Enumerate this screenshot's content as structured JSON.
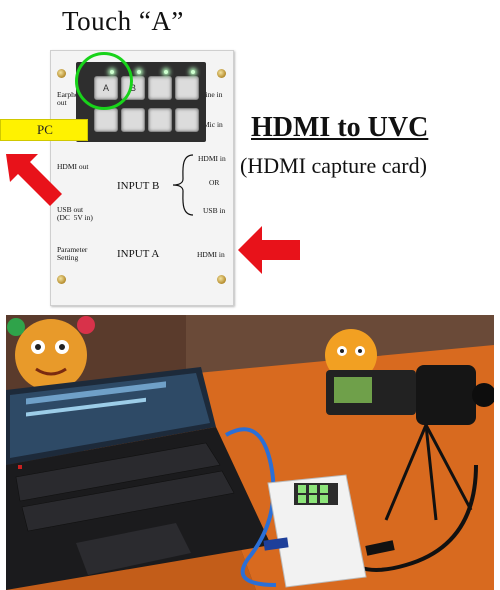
{
  "title": "Touch “A”",
  "pc_label": "PC",
  "headline": "HDMI to UVC",
  "subheadline": "(HDMI capture card)",
  "board": {
    "earphone_out": "Earphone\nout",
    "line_in": "Line in",
    "mic_in": "Mic in",
    "hdmi_out": "HDMI out",
    "usb_out": "USB out\n(DC  5V in)",
    "parameter_setting": "Parameter\nSetting",
    "input_b": "INPUT B",
    "input_a": "INPUT A",
    "hdmi_in_b": "HDMI in",
    "or": "OR",
    "usb_in": "USB in",
    "hdmi_in_a": "HDMI in",
    "key_a": "A",
    "key_b": "B"
  },
  "colors": {
    "highlight_ring": "#18d31a",
    "arrow": "#e8121a",
    "pc_bar": "#fff200"
  }
}
